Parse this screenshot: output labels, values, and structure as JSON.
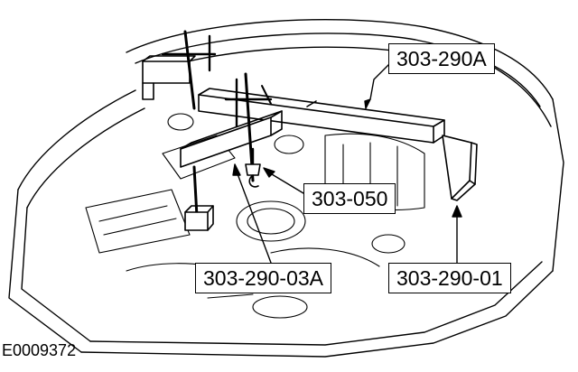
{
  "labels": {
    "tool_main": "303-290A",
    "tool_hook": "303-050",
    "tool_front": "303-290-03A",
    "tool_leg": "303-290-01"
  },
  "figure_id": "E0009372",
  "colors": {
    "ink": "#000000",
    "paper": "#ffffff"
  }
}
